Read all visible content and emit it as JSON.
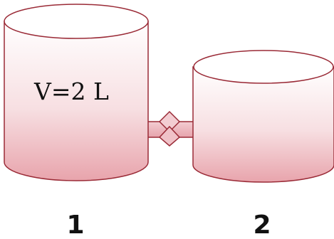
{
  "diagram": {
    "volume_label": "V=2 L",
    "vessel_1_label": "1",
    "vessel_2_label": "2",
    "colors": {
      "fill_top": "#ffffff",
      "fill_bottom": "#e8a4ac",
      "outline": "#9a2a36"
    }
  }
}
